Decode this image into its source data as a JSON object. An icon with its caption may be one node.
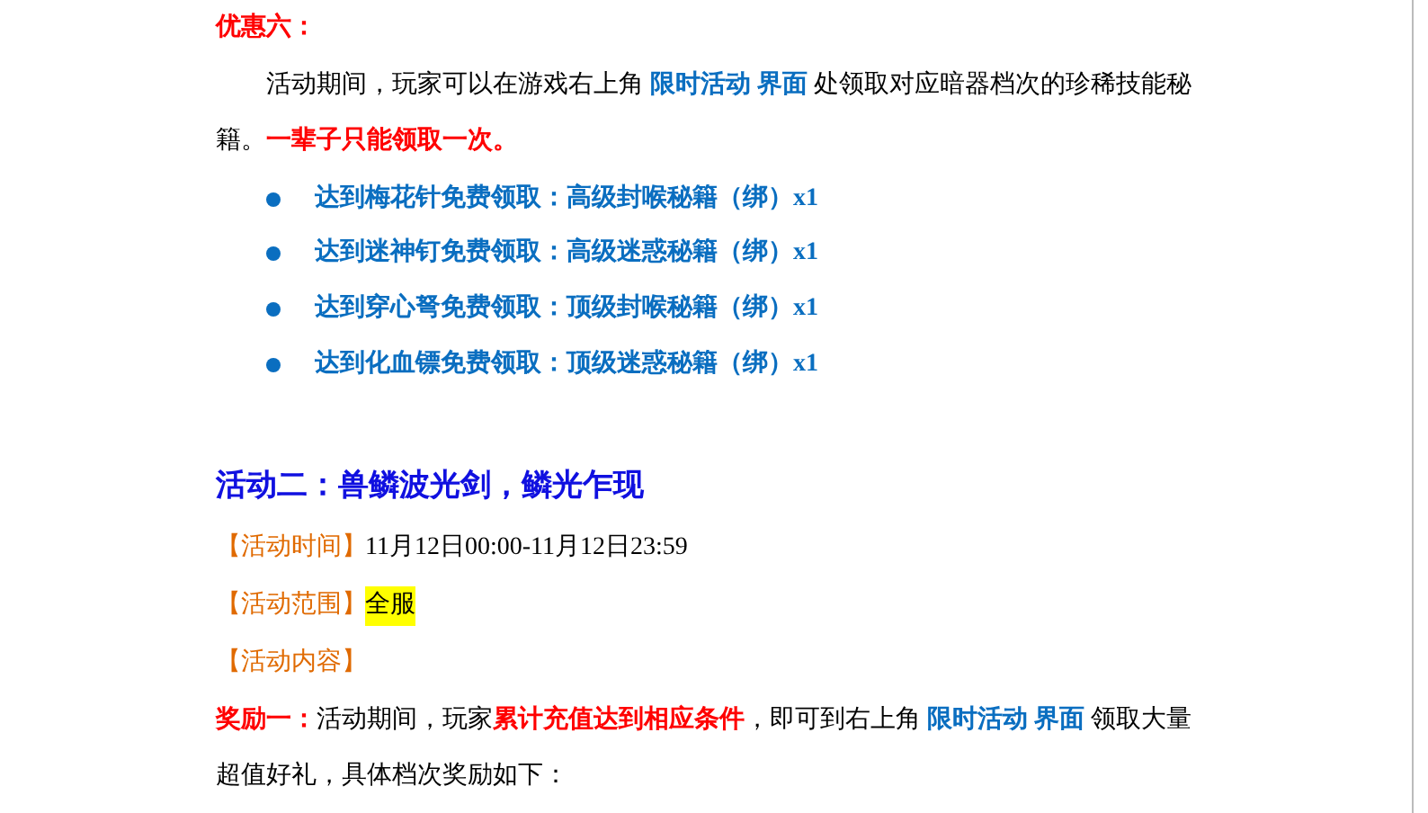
{
  "diagram": {
    "labels": [
      "优惠六：",
      "活动期间，玩家可以在游戏右上角 **限时活动 界面** 处领取对应暗器档次的珍稀技能秘籍。**一辈子只能领取一次。**",
      "达到梅花针免费领取：高级封喉秘籍（绑）x1",
      "达到迷神钉免费领取：高级迷惑秘籍（绑）x1",
      "达到穿心弩免费领取：顶级封喉秘籍（绑）x1",
      "达到化血镖免费领取：顶级迷惑秘籍（绑）x1",
      "活动二：兽鳞波光剑，鳞光乍现",
      "【活动时间】",
      "11月12日00:00-11月12日23:59",
      "【活动范围】",
      "全服",
      "【活动内容】",
      "**奖励一：**活动期间，玩家**累计充值达到相应条件**，即可到右上角 **限时活动 界面** 领取大量超值好礼，具体档次奖励如下："
    ]
  }
}
